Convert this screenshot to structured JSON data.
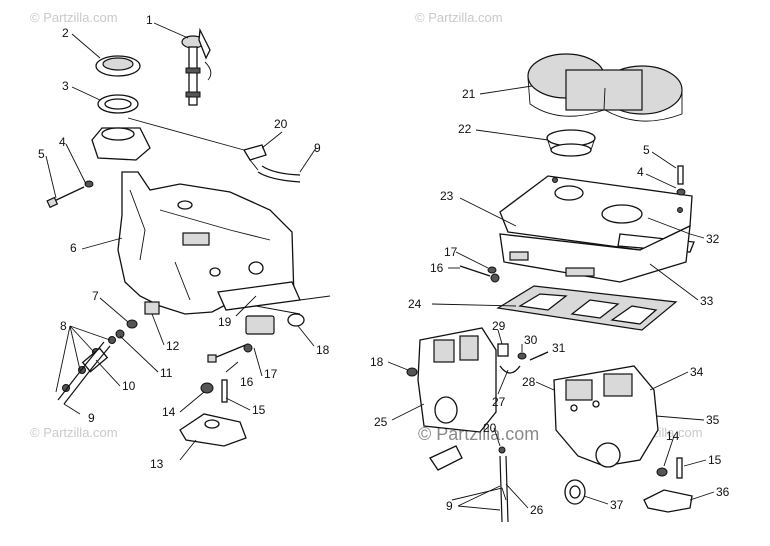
{
  "watermarks": [
    "© Partzilla.com",
    "© Partzilla.com",
    "© Partzilla.com",
    "© Partzilla.com"
  ],
  "center_watermark": "© Partzilla.com",
  "callouts": {
    "left": [
      "1",
      "2",
      "3",
      "4",
      "5",
      "6",
      "7",
      "8",
      "9",
      "10",
      "11",
      "12",
      "13",
      "14",
      "15",
      "16",
      "17",
      "18",
      "19",
      "20",
      "9"
    ],
    "right": [
      "21",
      "22",
      "23",
      "5",
      "4",
      "32",
      "17",
      "16",
      "33",
      "24",
      "29",
      "30",
      "31",
      "18",
      "27",
      "28",
      "34",
      "25",
      "35",
      "20",
      "14",
      "15",
      "9",
      "26",
      "37",
      "36"
    ]
  }
}
